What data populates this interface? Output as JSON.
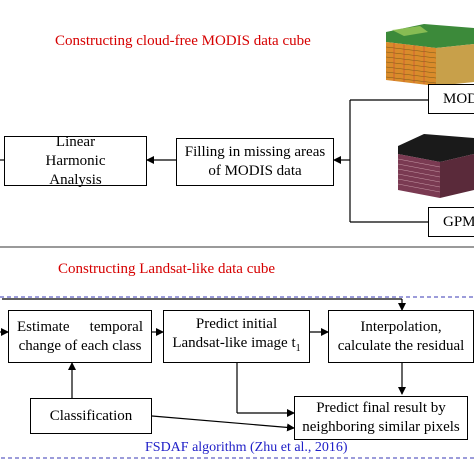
{
  "section_top": {
    "title": "Constructing cloud-free MODIS data cube",
    "box_harmonic": "Linear Harmonic Analysis",
    "box_filling_line1": "Filling in missing areas",
    "box_filling_line2": "of MODIS data",
    "box_modis": "MODIS",
    "box_gpm": "GPM"
  },
  "section_bottom": {
    "title": "Constructing Landsat-like data cube",
    "box_estimate_line1_a": "Estimate",
    "box_estimate_line1_b": "temporal",
    "box_estimate_line2": "change of each class",
    "box_predict_initial_line1": "Predict initial",
    "box_predict_initial_line2": "Landsat-like image t",
    "box_predict_initial_sub": "1",
    "box_interp_line1": "Interpolation,",
    "box_interp_line2": "calculate the residual",
    "box_classification": "Classification",
    "box_final_line1": "Predict final result by",
    "box_final_line2": "neighboring similar pixels",
    "caption": "FSDAF algorithm (Zhu et al., 2016)"
  },
  "colors": {
    "title_red": "#d60000",
    "caption_blue": "#2020c8",
    "dashed_blue": "#3a3ab4",
    "separator_gray": "#9a9a9a",
    "cube_modis_top": "#3c8a3a",
    "cube_modis_side": "#d98b2b",
    "cube_gpm_top": "#1a1a1a",
    "cube_gpm_side": "#7a3a52"
  }
}
